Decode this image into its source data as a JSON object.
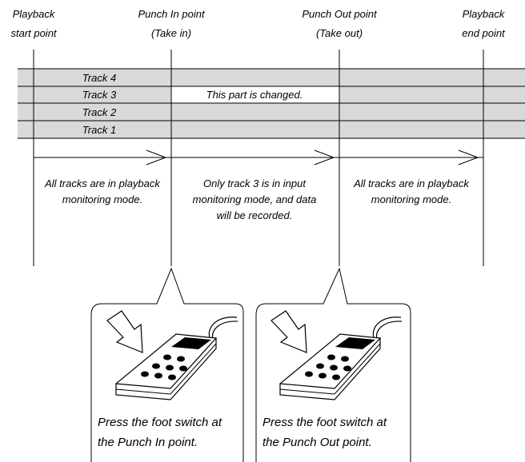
{
  "points": {
    "playback_start": [
      "Playback",
      "start point"
    ],
    "punch_in": [
      "Punch In point",
      "(Take in)"
    ],
    "punch_out": [
      "Punch Out point",
      "(Take out)"
    ],
    "playback_end": [
      "Playback",
      "end point"
    ]
  },
  "tracks": [
    {
      "label": "Track 4",
      "changed": false
    },
    {
      "label": "Track 3",
      "changed": true
    },
    {
      "label": "Track 2",
      "changed": false
    },
    {
      "label": "Track 1",
      "changed": false
    }
  ],
  "changed_note": "This part is changed.",
  "segments": [
    [
      "All tracks are in playback",
      "monitoring mode."
    ],
    [
      "Only track 3 is in input",
      "monitoring mode, and data",
      "will be recorded."
    ],
    [
      "All tracks are in playback",
      "monitoring mode."
    ]
  ],
  "callouts": [
    [
      "Press the foot switch at",
      "the Punch In point."
    ],
    [
      "Press the foot switch at",
      "the Punch Out point."
    ]
  ],
  "colors": {
    "track_fill": "#d9d9d9",
    "line": "#000000",
    "changed_fill": "#ffffff"
  }
}
